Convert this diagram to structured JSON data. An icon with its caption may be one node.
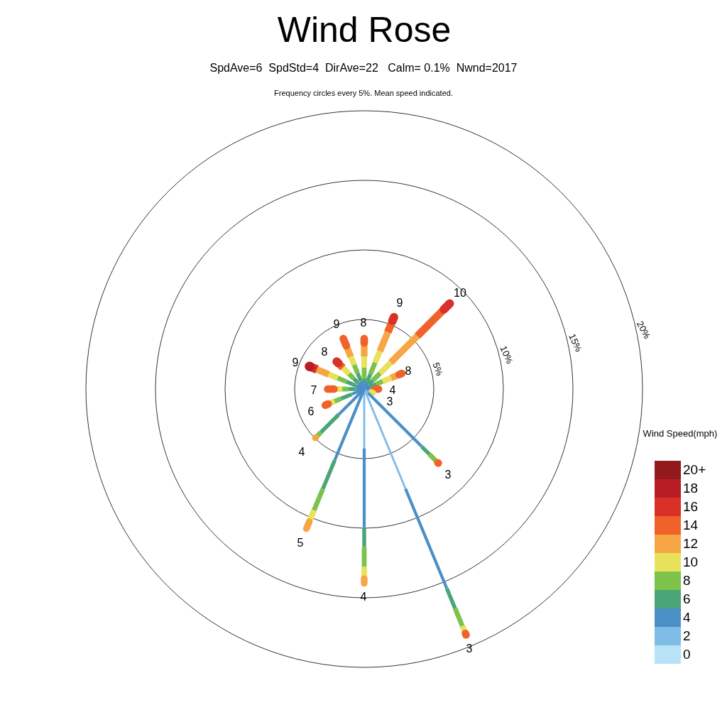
{
  "diagram": {
    "title": "Wind Rose",
    "labels": [
      "SpdAve=6  SpdStd=4  DirAve=22   Calm= 0.1%  Nwnd=2017",
      "Frequency circles every 5%. Mean speed indicated.",
      "10",
      "9",
      "9",
      "8",
      "20%",
      "15%",
      "8",
      "10%",
      "9",
      "8",
      "5%",
      "4",
      "7",
      "3",
      "6",
      "Wind Speed(mph)",
      "4",
      "3",
      "5",
      "4",
      "3"
    ],
    "legend": [
      {
        "text": "20+",
        "color": "#921a1d"
      },
      {
        "text": "18",
        "color": "#b81c24"
      },
      {
        "text": "16",
        "color": "#d93028"
      },
      {
        "text": "14",
        "color": "#f0622a"
      },
      {
        "text": "12",
        "color": "#f7a645"
      },
      {
        "text": "10",
        "color": "#e8e25a"
      },
      {
        "text": "8",
        "color": "#7dc24b"
      },
      {
        "text": "6",
        "color": "#4aa676"
      },
      {
        "text": "4",
        "color": "#4a8fc6"
      },
      {
        "text": "2",
        "color": "#7fbce6"
      },
      {
        "text": "0",
        "color": "#b8e3f7"
      }
    ]
  }
}
